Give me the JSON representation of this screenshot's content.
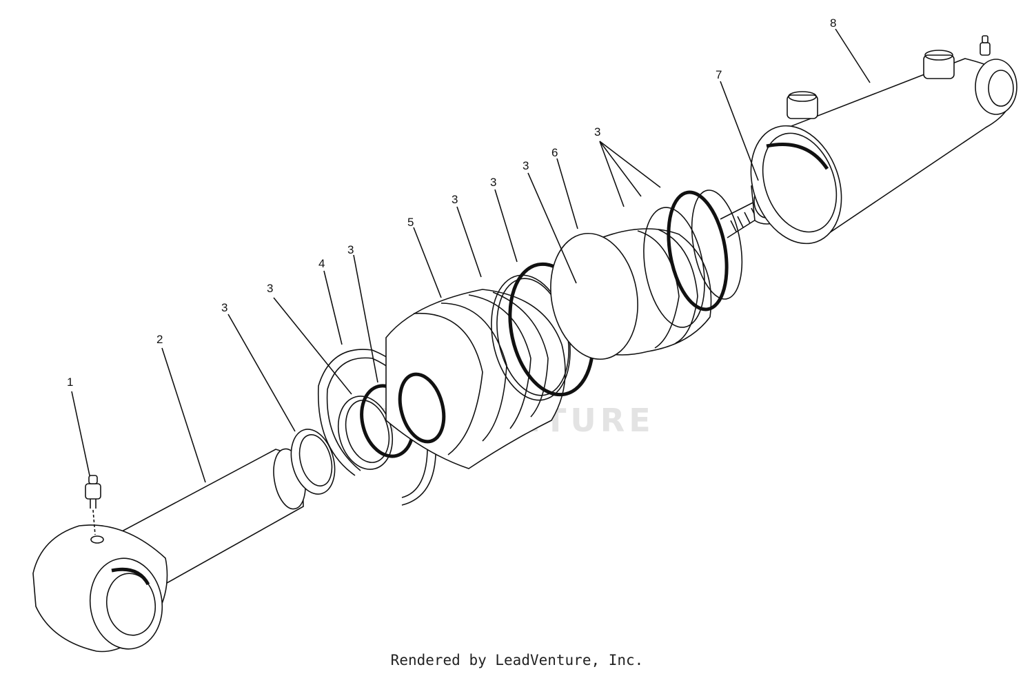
{
  "diagram": {
    "callouts": {
      "c1": "1",
      "c2": "2",
      "c3a": "3",
      "c3b": "3",
      "c4": "4",
      "c3c": "3",
      "c5": "5",
      "c3d": "3",
      "c3e": "3",
      "c3f": "3",
      "c6": "6",
      "c3g": "3",
      "c7": "7",
      "c8": "8"
    },
    "watermark": "LEADVENTURE",
    "footer": "Rendered by LeadVenture, Inc."
  }
}
